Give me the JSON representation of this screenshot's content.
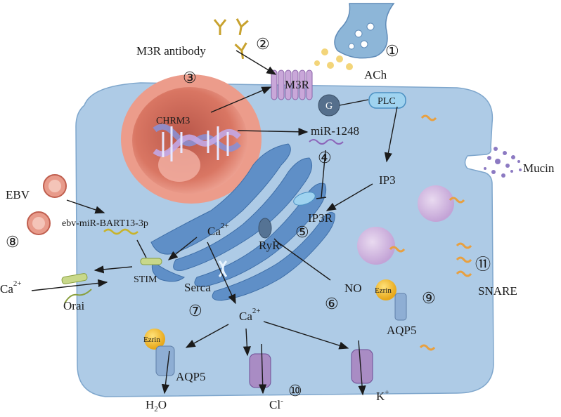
{
  "labels": {
    "m3r_antibody": "M3R antibody",
    "ach": "ACh",
    "m3r": "M3R",
    "g": "G",
    "plc": "PLC",
    "chrm3": "CHRM3",
    "mir1248": "miR-1248",
    "mucin": "Mucin",
    "ip3": "IP3",
    "ip3r": "IP3R",
    "ebv": "EBV",
    "ebv_mir": "ebv-miR-BART13-3p",
    "ca_er": "Ca",
    "ca_er_sup": "2+",
    "ryr": "RyR",
    "stim": "STIM",
    "serca": "Serca",
    "ca_out": "Ca",
    "ca_out_sup": "2+",
    "orai": "Orai",
    "no": "NO",
    "ezrin_right": "Ezrin",
    "aqp5_right": "AQP5",
    "snare": "SNARE",
    "ca_cyto": "Ca",
    "ca_cyto_sup": "2+",
    "ezrin_left": "Ezrin",
    "aqp5_bottom": "AQP5",
    "h2o_h": "H",
    "h2o_sub": "2",
    "h2o_o": "O",
    "cl": "Cl",
    "cl_sup": "-",
    "k": "K",
    "k_sup": "+"
  },
  "markers": {
    "m1": "①",
    "m2": "②",
    "m3": "③",
    "m4": "④",
    "m5": "⑤",
    "m6": "⑥",
    "m7": "⑦",
    "m8": "⑧",
    "m9": "⑨",
    "m10": "⑩",
    "m11": "⑪"
  },
  "colors": {
    "cell": "#a9c9e6",
    "nucleus": "#e38a78",
    "er": "#5f8fc7",
    "receptor": "#c9a7d9",
    "plc": "#9fd3f0",
    "vesicle": "#cdb2dc",
    "channel": "#a98cc4",
    "ezrin": "#f2c23a"
  }
}
